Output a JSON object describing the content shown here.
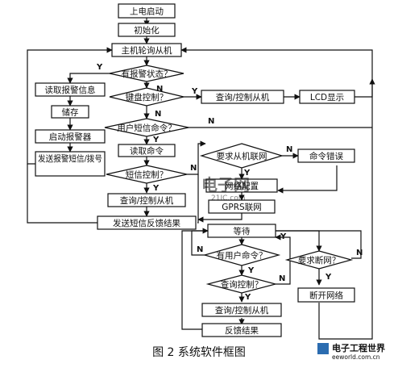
{
  "nodes": {
    "power_on": "上电启动",
    "init": "初始化",
    "poll": "主机轮询从机",
    "alarm_q": "有报警状态？",
    "read_alarm": "读取报警信息",
    "store": "储存",
    "start_alarm": "启动报警器",
    "send_sms_dial": "发送报警短信/拨号",
    "keyboard_q": "键盘控制？",
    "query_ctrl_1": "查询/控制从机",
    "lcd": "LCD显示",
    "user_sms_q": "用户短信命令？",
    "read_cmd": "读取命令",
    "sms_ctrl_q": "短信控制？",
    "query_ctrl_2": "查询/控制从机",
    "send_feedback": "发送短信反馈结果",
    "req_network_q": "要求从机联网",
    "cmd_error": "命令错误",
    "net_config": "网络配置",
    "gprs": "GPRS联网",
    "wait": "等待",
    "user_cmd_q": "有用户命令？",
    "req_disconnect_q": "要求断网？",
    "query_ctrl_q": "查询控制？",
    "query_ctrl_3": "查询/控制从机",
    "feedback": "反馈结果",
    "disconnect": "断开网络"
  },
  "labels": {
    "yes": "Y",
    "no": "N"
  },
  "caption": "图 2  系统软件框图",
  "watermark": {
    "main": "电子网",
    "sub": "21IC.com"
  },
  "logo": {
    "name": "电子工程世界",
    "url": "eeworld.com.cn"
  }
}
